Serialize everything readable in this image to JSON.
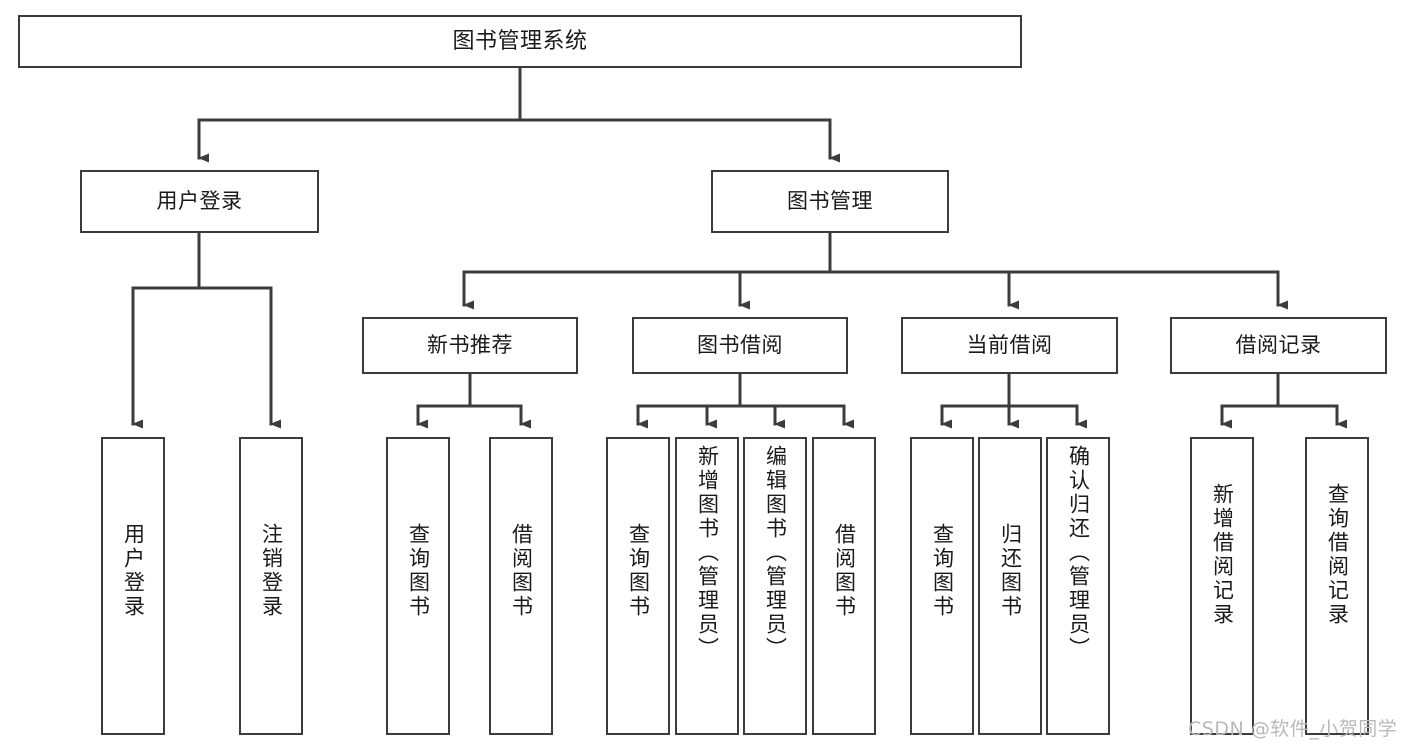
{
  "diagram": {
    "type": "hierarchy-tree",
    "title": "图书管理系统",
    "colors": {
      "stroke": "#3c3c3c",
      "fill": "#ffffff",
      "text": "#1a1a1a",
      "watermark": "#b9b9b9"
    },
    "levels": {
      "root": "图书管理系统",
      "level2": [
        "用户登录",
        "图书管理"
      ],
      "level3": [
        "新书推荐",
        "图书借阅",
        "当前借阅",
        "借阅记录"
      ]
    },
    "nodes": {
      "root": {
        "label": "图书管理系统"
      },
      "user_login": {
        "label": "用户登录"
      },
      "book_manage": {
        "label": "图书管理"
      },
      "new_book_rec": {
        "label": "新书推荐"
      },
      "book_borrow": {
        "label": "图书借阅"
      },
      "current_borrow": {
        "label": "当前借阅"
      },
      "borrow_record": {
        "label": "借阅记录"
      },
      "leaf_user_login": {
        "label": "用户登录"
      },
      "leaf_user_logout": {
        "label": "注销登录"
      },
      "leaf_query_book_1": {
        "label": "查询图书"
      },
      "leaf_borrow_book_1": {
        "label": "借阅图书"
      },
      "leaf_query_book_2": {
        "label": "查询图书"
      },
      "leaf_add_book": {
        "label": "新增图书（管理员）"
      },
      "leaf_edit_book": {
        "label": "编辑图书（管理员）"
      },
      "leaf_borrow_book_2": {
        "label": "借阅图书"
      },
      "leaf_query_book_3": {
        "label": "查询图书"
      },
      "leaf_return_book": {
        "label": "归还图书"
      },
      "leaf_confirm_return": {
        "label": "确认归还（管理员）"
      },
      "leaf_add_record": {
        "label": "新增借阅记录"
      },
      "leaf_query_record": {
        "label": "查询借阅记录"
      }
    },
    "edges": [
      {
        "from": "root",
        "to": "user_login"
      },
      {
        "from": "root",
        "to": "book_manage"
      },
      {
        "from": "user_login",
        "to": "leaf_user_login"
      },
      {
        "from": "user_login",
        "to": "leaf_user_logout"
      },
      {
        "from": "book_manage",
        "to": "new_book_rec"
      },
      {
        "from": "book_manage",
        "to": "book_borrow"
      },
      {
        "from": "book_manage",
        "to": "current_borrow"
      },
      {
        "from": "book_manage",
        "to": "borrow_record"
      },
      {
        "from": "new_book_rec",
        "to": "leaf_query_book_1"
      },
      {
        "from": "new_book_rec",
        "to": "leaf_borrow_book_1"
      },
      {
        "from": "book_borrow",
        "to": "leaf_query_book_2"
      },
      {
        "from": "book_borrow",
        "to": "leaf_add_book"
      },
      {
        "from": "book_borrow",
        "to": "leaf_edit_book"
      },
      {
        "from": "book_borrow",
        "to": "leaf_borrow_book_2"
      },
      {
        "from": "current_borrow",
        "to": "leaf_query_book_3"
      },
      {
        "from": "current_borrow",
        "to": "leaf_return_book"
      },
      {
        "from": "current_borrow",
        "to": "leaf_confirm_return"
      },
      {
        "from": "borrow_record",
        "to": "leaf_add_record"
      },
      {
        "from": "borrow_record",
        "to": "leaf_query_record"
      }
    ]
  },
  "watermark": {
    "text": "CSDN @软件_小贺同学"
  }
}
